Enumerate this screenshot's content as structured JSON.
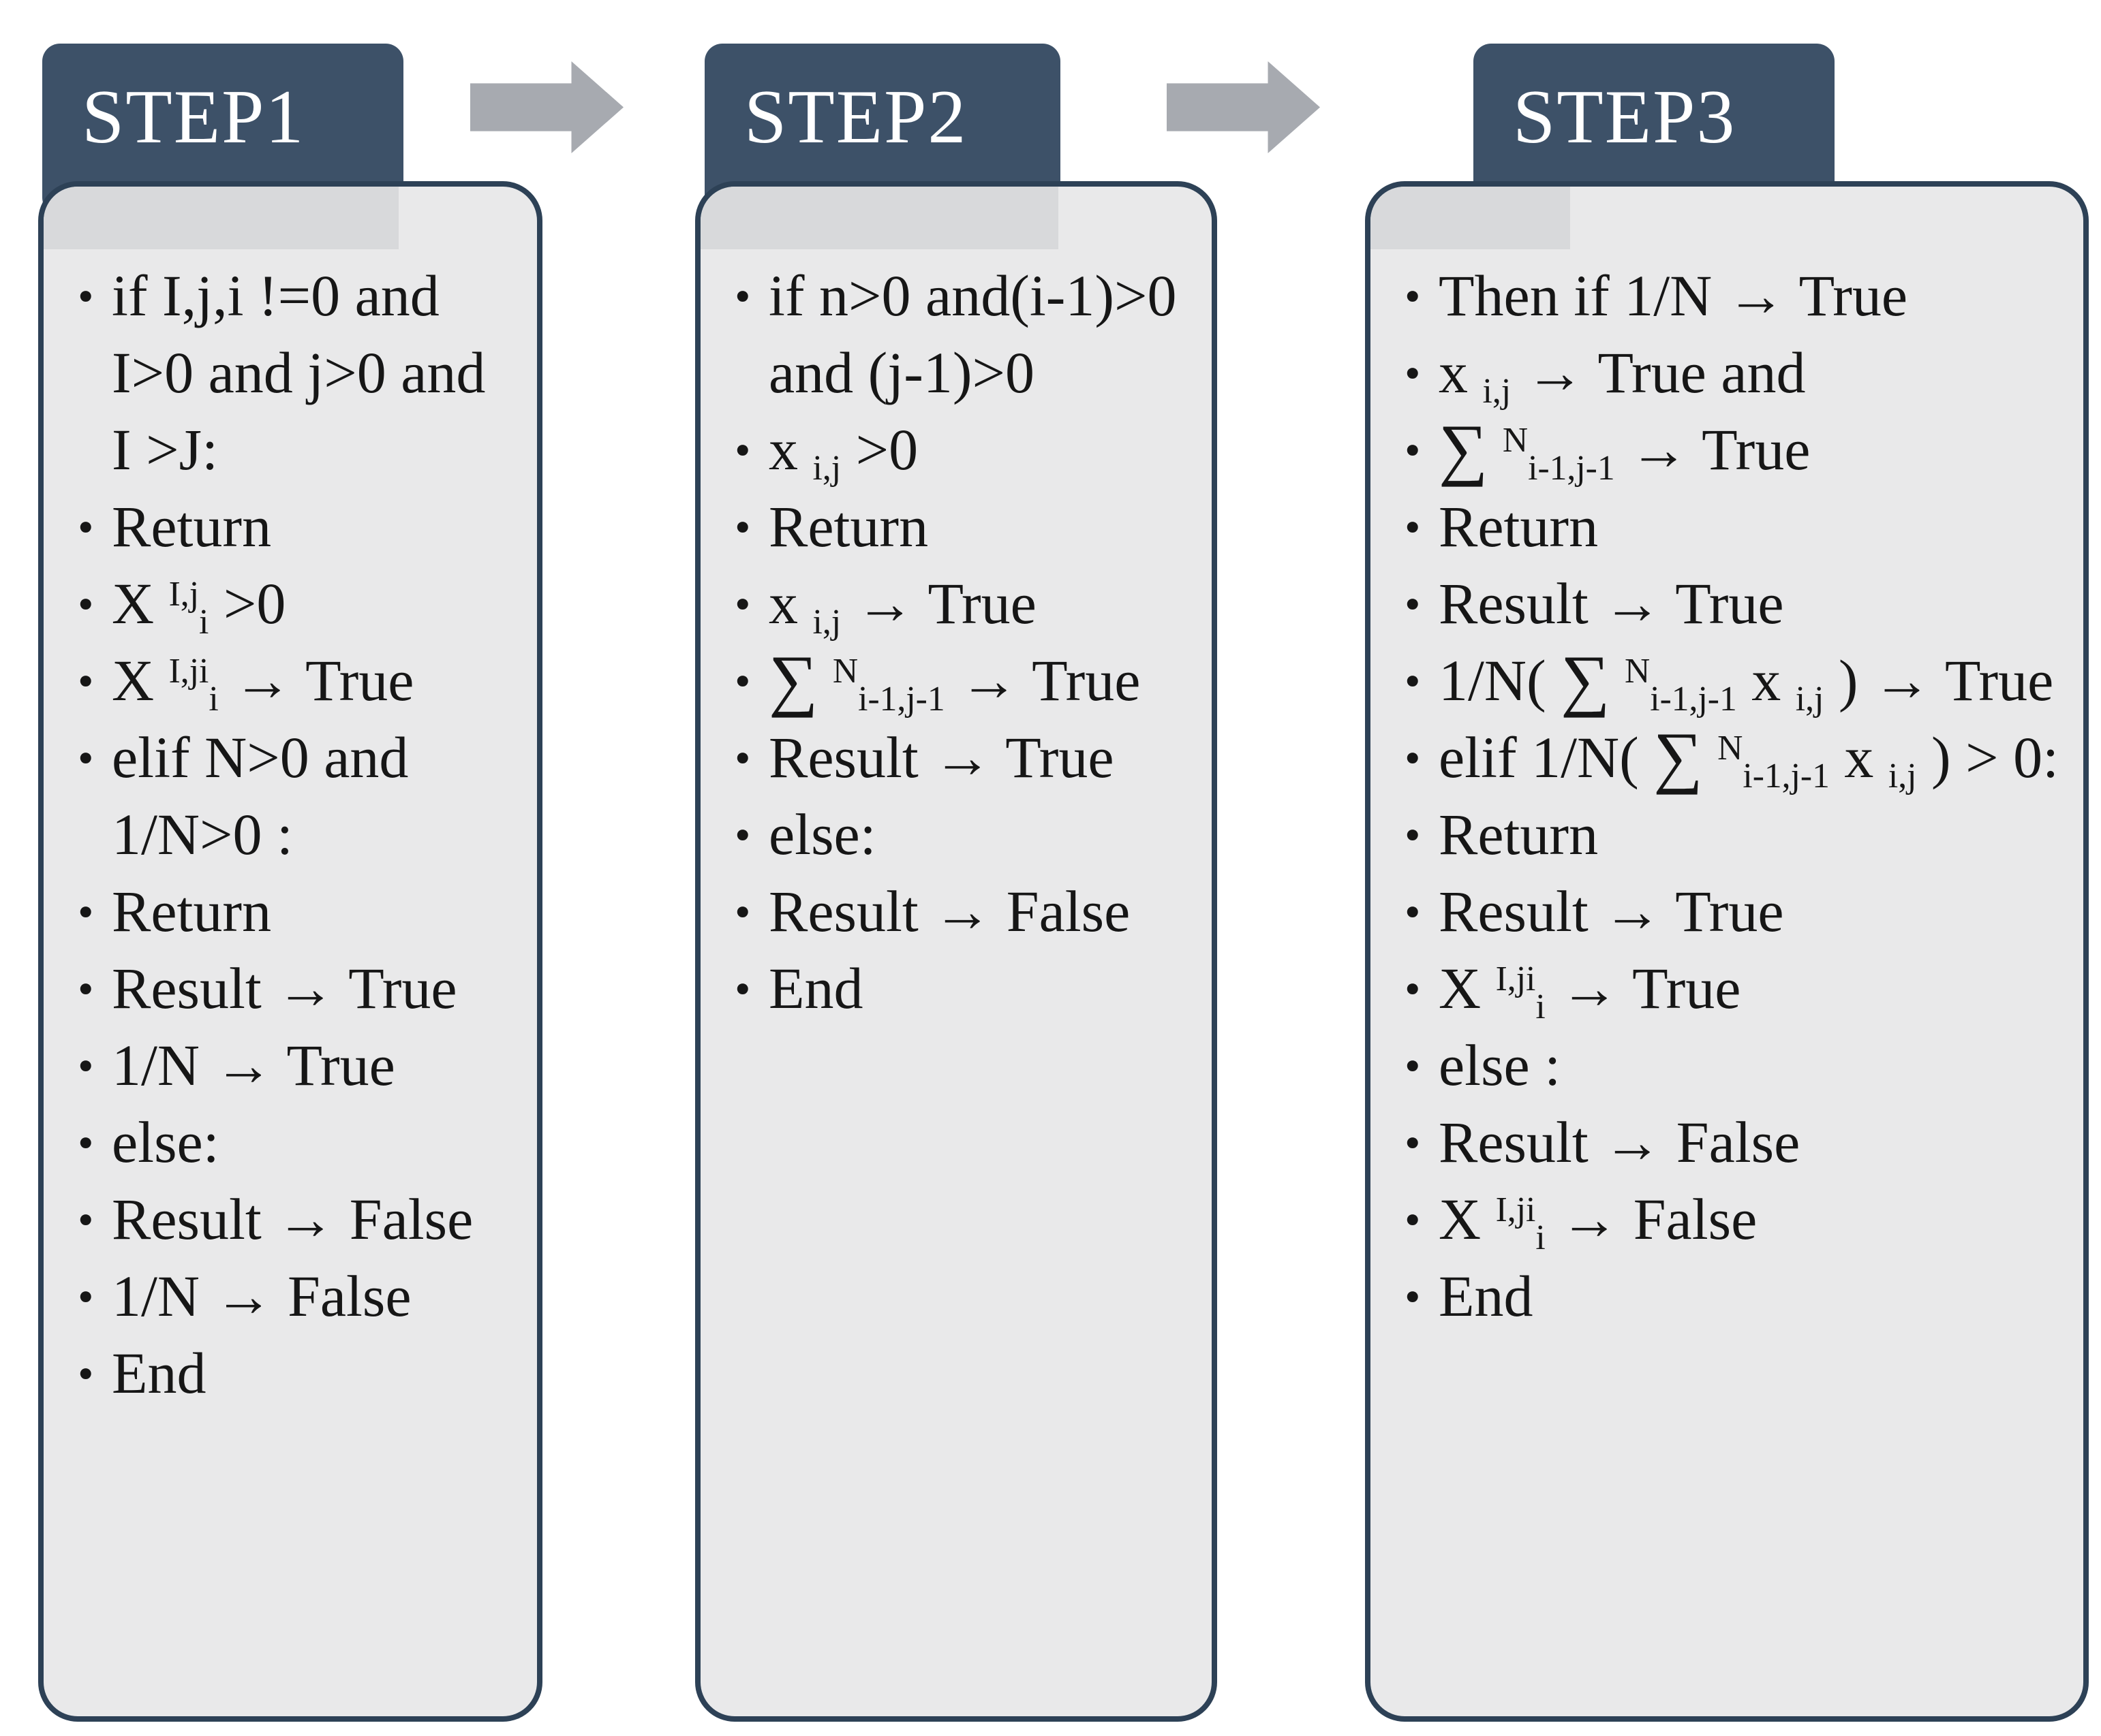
{
  "diagram": {
    "colors": {
      "tab_bg": "#3d5168",
      "title_text": "#ffffff",
      "box_border": "#2d4156",
      "box_bg": "#e9e9ea",
      "band": "#d8d9db",
      "arrow": "#a7aab0",
      "text": "#161616"
    },
    "steps": [
      {
        "title": "STEP1",
        "bullets": [
          "if I,j,i !=0 and I>0 and j>0 and I >J:",
          "Return",
          "X ^{I,j}_{i} >0",
          "X ^{I,ji}_{i} → True",
          "elif N>0 and 1/N>0 :",
          "Return",
          "Result → True",
          "1/N → True",
          "else:",
          "Result → False",
          "1/N → False",
          "End"
        ]
      },
      {
        "title": "STEP2",
        "bullets": [
          "if n>0 and(i-1)>0 and (j-1)>0",
          "x _{i,j} >0",
          "Return",
          "x _{i,j} → True",
          "∑ ^{N}_{i-1,j-1} → True",
          "Result → True",
          "else:",
          "Result → False",
          "End"
        ]
      },
      {
        "title": "STEP3",
        "bullets": [
          "Then if 1/N → True",
          "x _{i,j} → True and",
          "∑ ^{N}_{i-1,j-1} → True",
          "Return",
          "Result → True",
          "1/N( ∑ ^{N}_{i-1,j-1} x _{i,j} ) → True",
          "elif 1/N( ∑ ^{N}_{i-1,j-1} x _{i,j} ) > 0:",
          "Return",
          "Result → True",
          "X ^{I,ji}_{i} → True",
          "else :",
          "Result → False",
          "X ^{I,ji}_{i} → False",
          "End"
        ]
      }
    ]
  }
}
